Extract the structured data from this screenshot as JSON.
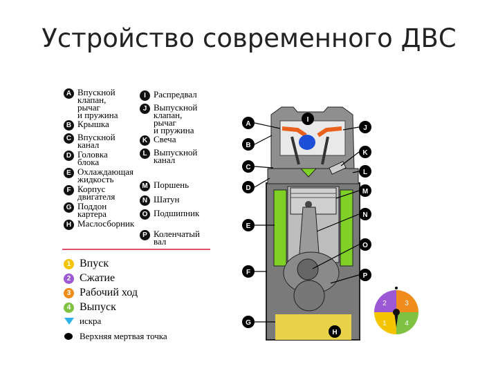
{
  "title": "Устройство современного ДВС",
  "colors": {
    "stroke1": "#f5c400",
    "stroke2": "#9b59d6",
    "stroke3": "#f08c1c",
    "stroke4": "#7fc241",
    "spark": "#2fb3e6",
    "divider": "#e0506a",
    "coolant": "#7fd126",
    "oil": "#e8d24a",
    "valve_lever": "#e8601c",
    "fuel_mix": "#1d4fd8"
  },
  "legend_left": [
    {
      "letter": "A",
      "text": "Впускной\nклапан,\nрычаг\nи пружина"
    },
    {
      "letter": "B",
      "text": "Крышка"
    },
    {
      "letter": "C",
      "text": "Впускной\nканал"
    },
    {
      "letter": "D",
      "text": "Головка\nблока"
    },
    {
      "letter": "E",
      "text": "Охлаждающая\nжидкость"
    },
    {
      "letter": "F",
      "text": "Корпус\nдвигателя"
    },
    {
      "letter": "G",
      "text": "Поддон\nкартера"
    },
    {
      "letter": "H",
      "text": "Маслосборник"
    }
  ],
  "legend_right": [
    {
      "letter": "I",
      "text": "Распредвал"
    },
    {
      "letter": "J",
      "text": "Выпускной\nклапан,\nрычаг\nи пружина"
    },
    {
      "letter": "K",
      "text": "Свеча"
    },
    {
      "letter": "L",
      "text": "Выпускной\nканал"
    },
    {
      "letter": "M",
      "text": "Поршень"
    },
    {
      "letter": "N",
      "text": "Шатун"
    },
    {
      "letter": "O",
      "text": "Подшипник"
    },
    {
      "letter": "P",
      "text": "Коленчатый\nвал"
    }
  ],
  "strokes": [
    {
      "num": "1",
      "label": "Впуск"
    },
    {
      "num": "2",
      "label": "Сжатие"
    },
    {
      "num": "3",
      "label": "Рабочий ход"
    },
    {
      "num": "4",
      "label": "Выпуск"
    }
  ],
  "spark_label": "искра",
  "tdc_label": "Верхняя мертвая точка",
  "diagram_labels_left": [
    "A",
    "B",
    "C",
    "D",
    "E",
    "F",
    "G"
  ],
  "diagram_labels_right": [
    "J",
    "K",
    "L",
    "M",
    "N",
    "O",
    "P"
  ],
  "diagram_label_top": "I",
  "diagram_label_bottom": "H",
  "cycle_wheel": [
    "2",
    "3",
    "1",
    "4"
  ]
}
